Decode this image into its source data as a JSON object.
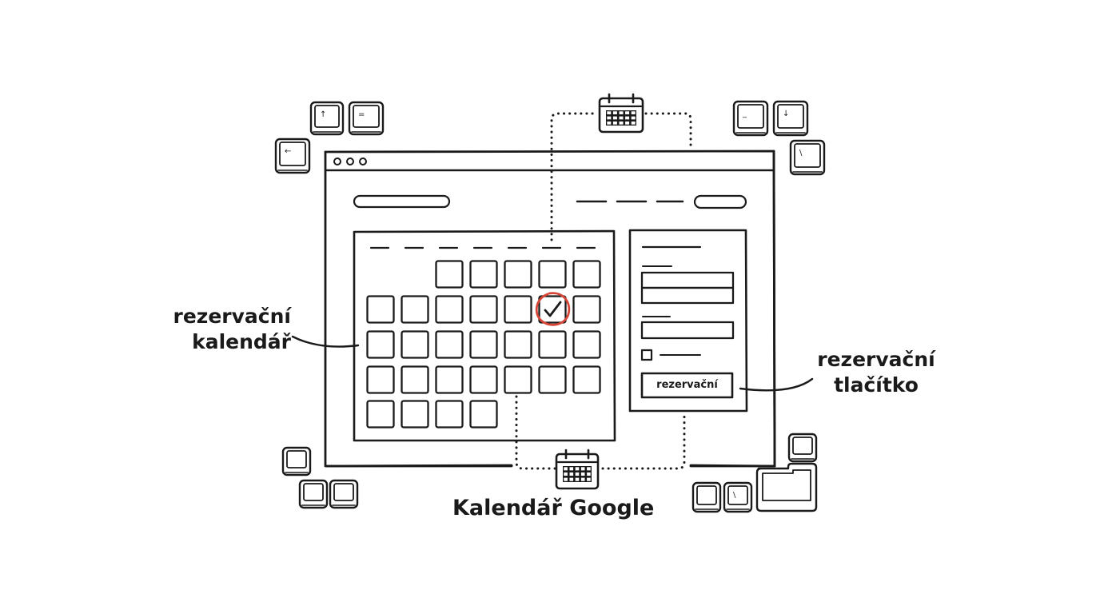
{
  "labels": {
    "calendar_callout_line1": "rezervační",
    "calendar_callout_line2": "kalendář",
    "button_callout_line1": "rezervační",
    "button_callout_line2": "tlačítko",
    "google_calendar_caption": "Kalendář Google"
  },
  "booking_form": {
    "submit_label": "rezervační"
  },
  "calendar": {
    "selected_state": "checked",
    "accent_color": "#d64535"
  },
  "colors": {
    "ink": "#1a1a1a",
    "background": "#ffffff",
    "highlight": "#d64535"
  },
  "icons": [
    "calendar-icon",
    "keyboard-key-icon",
    "checkmark-icon"
  ]
}
